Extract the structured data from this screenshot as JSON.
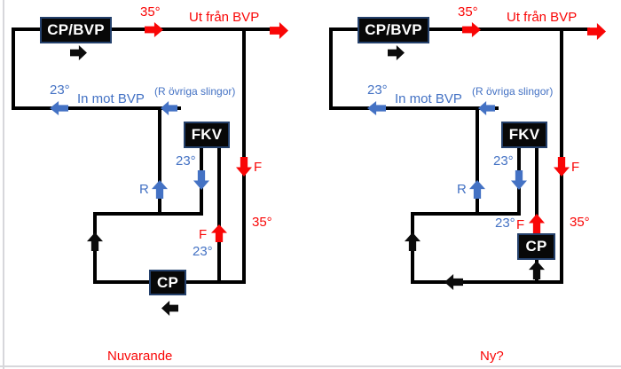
{
  "colors": {
    "red": "#f90606",
    "blue": "#4472c4",
    "pipe": "#000000",
    "box_fill": "#080808",
    "box_border": "#24406b",
    "page_edge_gray": "#d7d7db"
  },
  "diagrams": [
    {
      "caption": "Nuvarande",
      "cp_bvp_box": "CP/BVP",
      "fkv_box": "FKV",
      "cp_box": "CP",
      "supply_temp": "35°",
      "out_from_bvp": "Ut från BVP",
      "return_temp": "23°",
      "in_to_bvp": "In mot BVP",
      "other_loops_note": "(R övriga slingor)",
      "return_marker": "R",
      "fkv_return_temp": "23°",
      "supply_marker": "F",
      "branch_supply_temp": "35°",
      "fkv_supply_marker": "F",
      "fkv_supply_temp": "23°"
    },
    {
      "caption": "Ny?",
      "cp_bvp_box": "CP/BVP",
      "fkv_box": "FKV",
      "cp_box": "CP",
      "supply_temp": "35°",
      "out_from_bvp": "Ut från BVP",
      "return_temp": "23°",
      "in_to_bvp": "In mot BVP",
      "other_loops_note": "(R övriga slingor)",
      "return_marker": "R",
      "fkv_return_temp": "23°",
      "supply_marker": "F",
      "branch_supply_temp": "35°",
      "fkv_supply_marker": "F",
      "fkv_supply_temp": "23°"
    }
  ]
}
